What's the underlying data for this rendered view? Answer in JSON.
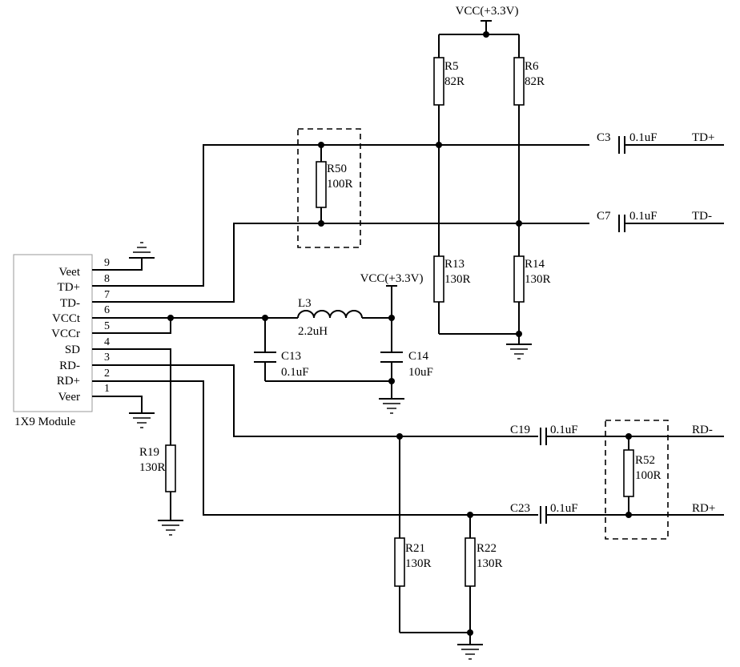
{
  "power": {
    "vcc_top": "VCC(+3.3V)",
    "vcc_mid": "VCC(+3.3V)"
  },
  "module": {
    "name": "1X9 Module",
    "pins": [
      {
        "label": "Veet",
        "num": "9"
      },
      {
        "label": "TD+",
        "num": "8"
      },
      {
        "label": "TD-",
        "num": "7"
      },
      {
        "label": "VCCt",
        "num": "6"
      },
      {
        "label": "VCCr",
        "num": "5"
      },
      {
        "label": "SD",
        "num": "4"
      },
      {
        "label": "RD-",
        "num": "3"
      },
      {
        "label": "RD+",
        "num": "2"
      },
      {
        "label": "Veer",
        "num": "1"
      }
    ]
  },
  "resistors": {
    "r5": {
      "ref": "R5",
      "val": "82R"
    },
    "r6": {
      "ref": "R6",
      "val": "82R"
    },
    "r50": {
      "ref": "R50",
      "val": "100R"
    },
    "r13": {
      "ref": "R13",
      "val": "130R"
    },
    "r14": {
      "ref": "R14",
      "val": "130R"
    },
    "r19": {
      "ref": "R19",
      "val": "130R"
    },
    "r21": {
      "ref": "R21",
      "val": "130R"
    },
    "r22": {
      "ref": "R22",
      "val": "130R"
    },
    "r52": {
      "ref": "R52",
      "val": "100R"
    }
  },
  "capacitors": {
    "c3": {
      "ref": "C3",
      "val": "0.1uF"
    },
    "c7": {
      "ref": "C7",
      "val": "0.1uF"
    },
    "c13": {
      "ref": "C13",
      "val": "0.1uF"
    },
    "c14": {
      "ref": "C14",
      "val": "10uF"
    },
    "c19": {
      "ref": "C19",
      "val": "0.1uF"
    },
    "c23": {
      "ref": "C23",
      "val": "0.1uF"
    }
  },
  "inductor": {
    "ref": "L3",
    "val": "2.2uH"
  },
  "nets": {
    "td_plus": "TD+",
    "td_minus": "TD-",
    "rd_minus": "RD-",
    "rd_plus": "RD+"
  }
}
